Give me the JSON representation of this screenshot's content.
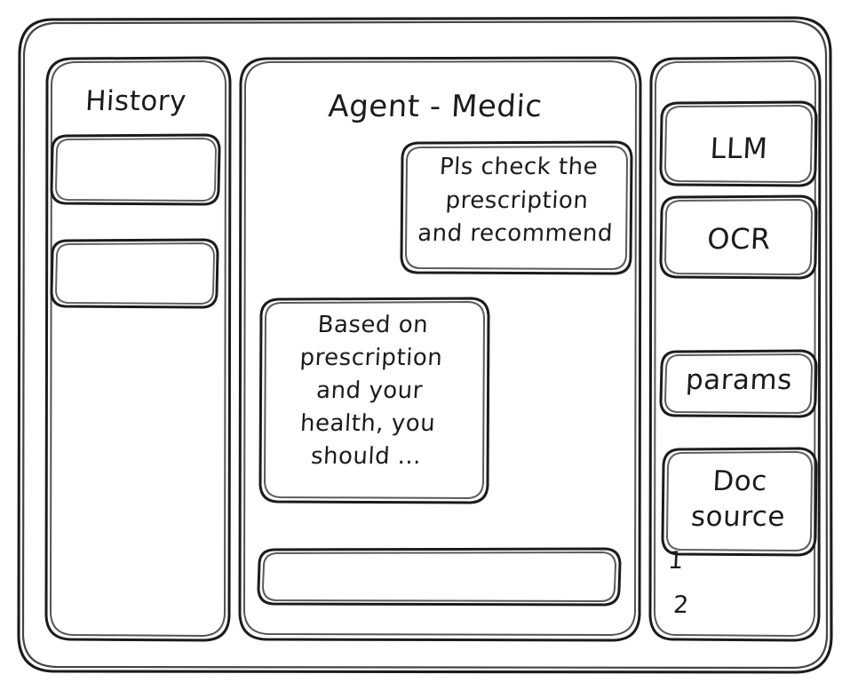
{
  "window": {
    "style": "hand-drawn-wireframe",
    "background_color": "#ffffff",
    "stroke_color": "#1b1b1f"
  },
  "sidebar": {
    "title": "History",
    "items": [
      {
        "label": ""
      },
      {
        "label": ""
      }
    ]
  },
  "main": {
    "title": "Agent - Medic",
    "messages": [
      {
        "role": "user",
        "text": "Pls check the\nprescription\nand recommend"
      },
      {
        "role": "assistant",
        "text": "Based on\nprescription\nand your\nhealth, you\nshould ..."
      }
    ],
    "composer": {
      "value": "",
      "placeholder": ""
    }
  },
  "tools_panel": {
    "cards": [
      {
        "label": "LLM"
      },
      {
        "label": "OCR"
      },
      {
        "label": "params"
      },
      {
        "label": "Doc\nsource"
      }
    ],
    "markers": [
      {
        "label": "1"
      },
      {
        "label": "2"
      }
    ]
  }
}
